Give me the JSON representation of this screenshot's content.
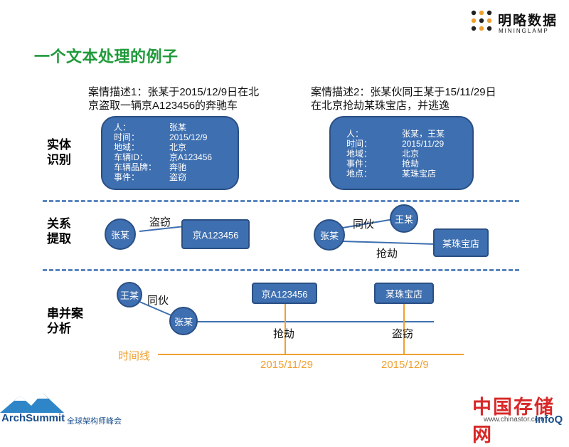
{
  "brand": {
    "logo_cn": "明略数据",
    "logo_en": "MININGLAMP"
  },
  "title": "一个文本处理的例子",
  "cases": [
    {
      "desc_line1": "案情描述1：张某于2015/12/9日在北",
      "desc_line2": "京盗取一辆京A123456的奔驰车",
      "entities": [
        {
          "k": "人：",
          "v": "张某"
        },
        {
          "k": "时间：",
          "v": "2015/12/9"
        },
        {
          "k": "地域：",
          "v": "北京"
        },
        {
          "k": "车辆ID：",
          "v": "京A123456"
        },
        {
          "k": "车辆品牌：",
          "v": "奔驰"
        },
        {
          "k": "事件：",
          "v": "盗窃"
        }
      ]
    },
    {
      "desc_line1": "案情描述2：张某伙同王某于15/11/29日",
      "desc_line2": "在北京抢劫某珠宝店，并逃逸",
      "entities": [
        {
          "k": "人：",
          "v": "张某，王某"
        },
        {
          "k": "时间：",
          "v": "2015/11/29"
        },
        {
          "k": "地域：",
          "v": "北京"
        },
        {
          "k": "事件：",
          "v": "抢劫"
        },
        {
          "k": "地点：",
          "v": "某珠宝店"
        }
      ]
    }
  ],
  "row_labels": {
    "entity_line1": "实体",
    "entity_line2": "识别",
    "relation_line1": "关系",
    "relation_line2": "提取",
    "chain_line1": "串并案",
    "chain_line2": "分析"
  },
  "relations": {
    "case1": {
      "node_a": "张某",
      "node_b": "京A123456",
      "edge": "盗窃"
    },
    "case2": {
      "node_a": "张某",
      "node_b": "王某",
      "node_c": "某珠宝店",
      "edge_ab": "同伙",
      "edge_ac": "抢劫"
    }
  },
  "chain": {
    "node_wang": "王某",
    "node_zhang": "张某",
    "edge_partner": "同伙",
    "node_car": "京A123456",
    "node_store": "某珠宝店",
    "event_robbery": "抢劫",
    "event_theft": "盗窃",
    "timeline_label": "时间线",
    "date1": "2015/11/29",
    "date2": "2015/12/9"
  },
  "footer": {
    "brand": "ArchSummit",
    "subtitle": "全球架构师峰会",
    "watermark": "中国存储网",
    "watermark_url": "www.chinastor.com",
    "powered": "InfoQ"
  },
  "colors": {
    "title": "#1f9a3a",
    "node_fill": "#3e6fb0",
    "node_border": "#2a4f84",
    "timeline": "#f0a030",
    "divider": "#5a86c0"
  }
}
